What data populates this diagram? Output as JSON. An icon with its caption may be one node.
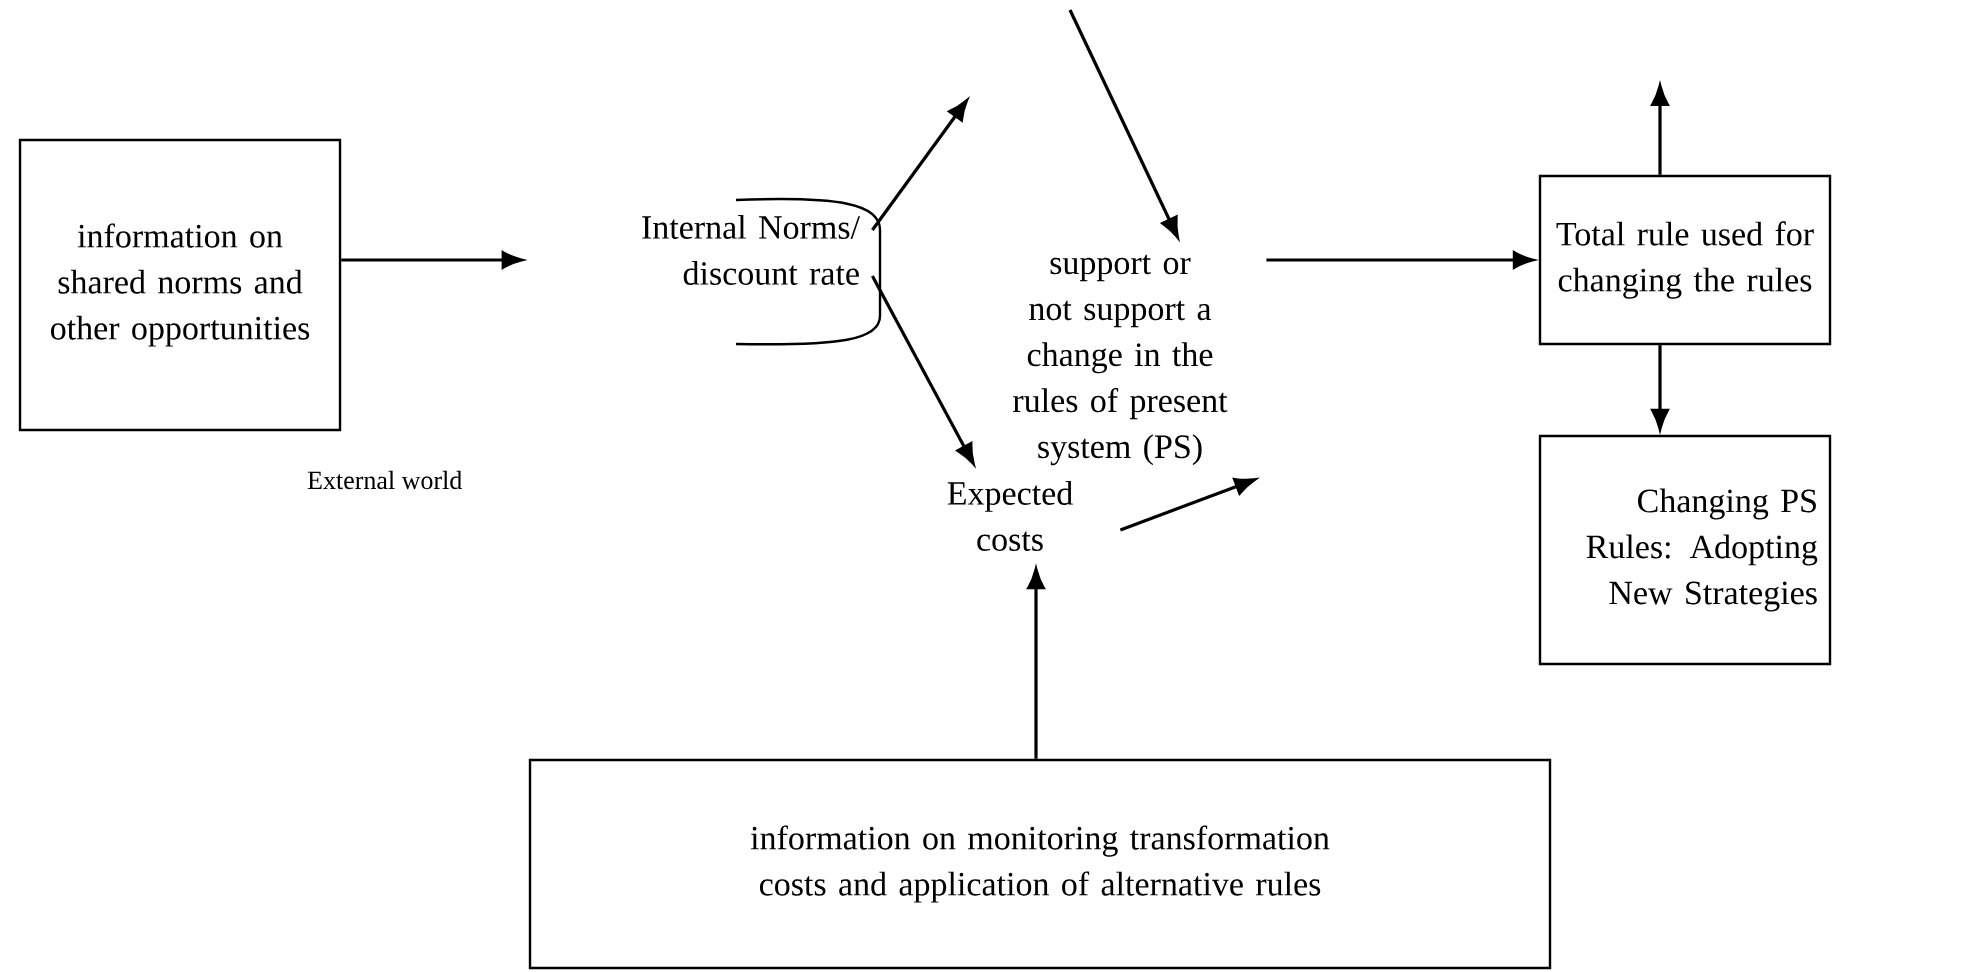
{
  "diagram": {
    "nodes": [
      {
        "text": [
          "information on shared norms and other opportunities"
        ]
      },
      {
        "text": [
          "Internal Norms/ discount rate"
        ]
      },
      {
        "text": [
          "support or not support a change in the rules of present system (PS)"
        ]
      },
      {
        "text": [
          "Total rule used for changing the rules"
        ]
      },
      {
        "text": [
          "Changing PS Rules: Adopting New Strategies"
        ]
      },
      {
        "text": [
          "Expected costs"
        ]
      },
      {
        "text": [
          "information on monitoring transformation costs and application of alternative rules"
        ]
      }
    ],
    "edges": [
      {
        "from": 0,
        "to": 1,
        "arrow": "to"
      },
      {
        "from": 1,
        "to": null,
        "arrow": "to"
      },
      {
        "from": 1,
        "to": 5,
        "arrow": "to"
      },
      {
        "from": null,
        "to": 2,
        "arrow": "to"
      },
      {
        "from": 5,
        "to": 2,
        "arrow": "to"
      },
      {
        "from": 2,
        "to": 3,
        "arrow": "to"
      },
      {
        "from": 3,
        "to": null,
        "arrow": "to"
      },
      {
        "from": 3,
        "to": 4,
        "arrow": "to"
      },
      {
        "from": 6,
        "to": 5,
        "arrow": "to"
      }
    ],
    "labels": [
      "External world"
    ]
  }
}
